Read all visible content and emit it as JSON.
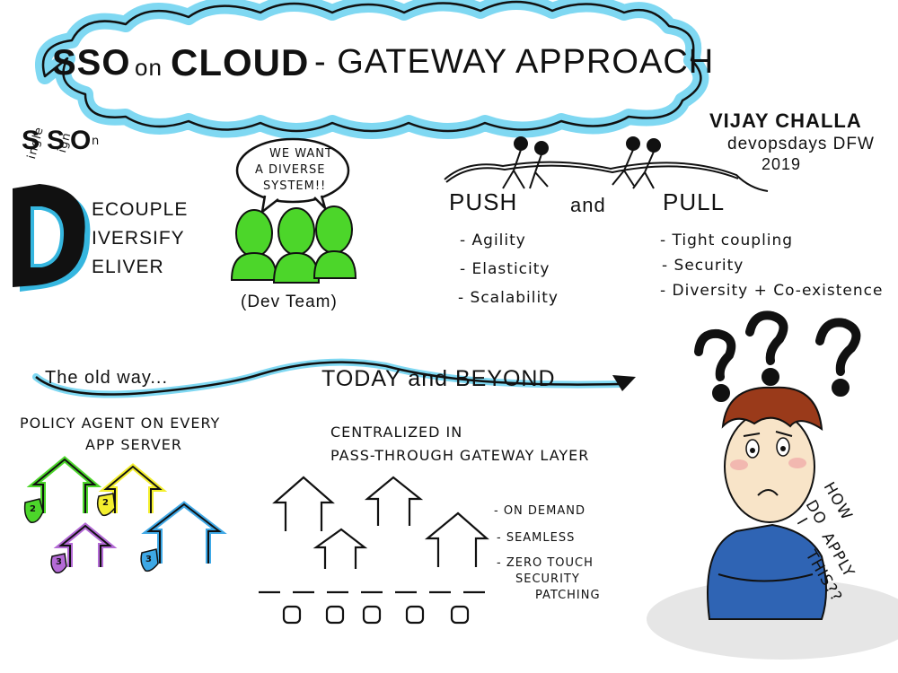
{
  "title": {
    "sso": "SSO",
    "on": "on",
    "cloud": "CLOUD",
    "rest": "- GATEWAY APPROACH"
  },
  "author": {
    "name": "VIJAY CHALLA",
    "event": "devopsdays DFW",
    "year": "2019"
  },
  "sso_block": {
    "letters": [
      "S",
      "S",
      "O"
    ],
    "subscripts": [
      "ingle",
      "ign",
      "n"
    ],
    "big_letter": "D",
    "items": [
      "ECOUPLE",
      "IVERSIFY",
      "ELIVER"
    ]
  },
  "dev_team": {
    "speech": [
      "WE WANT",
      "A DIVERSE",
      "SYSTEM!!"
    ],
    "label": "(Dev Team)"
  },
  "push_pull": {
    "push": "PUSH",
    "and": "and",
    "pull": "PULL",
    "push_items": [
      "- Agility",
      "- Elasticity",
      "- Scalability"
    ],
    "pull_items": [
      "- Tight coupling",
      "- Security",
      "- Diversity + Co-existence"
    ]
  },
  "timeline": {
    "old": "The old way...",
    "today": "TODAY and BEYOND"
  },
  "old_way": {
    "title_line1": "POLICY AGENT ON EVERY",
    "title_line2": "APP SERVER",
    "shield_numbers": [
      "2",
      "2",
      "3",
      "3"
    ]
  },
  "new_way": {
    "title_line1": "CENTRALIZED IN",
    "title_line2": "PASS-THROUGH GATEWAY LAYER",
    "benefits": [
      "- ON DEMAND",
      "- SEAMLESS",
      "- ZERO TOUCH",
      "SECURITY",
      "PATCHING"
    ]
  },
  "person": {
    "question": [
      "HOW",
      "DO",
      "I",
      "APPLY",
      "THIS??"
    ]
  },
  "colors": {
    "cloud_blue": "#7fd8f2",
    "green": "#4cd62a",
    "yellow": "#f3ef2e",
    "purple": "#b46ad6",
    "blue": "#3ea8e6",
    "shirt": "#2f64b4",
    "hair": "#9a3a1a",
    "skin": "#f8e4c8"
  }
}
